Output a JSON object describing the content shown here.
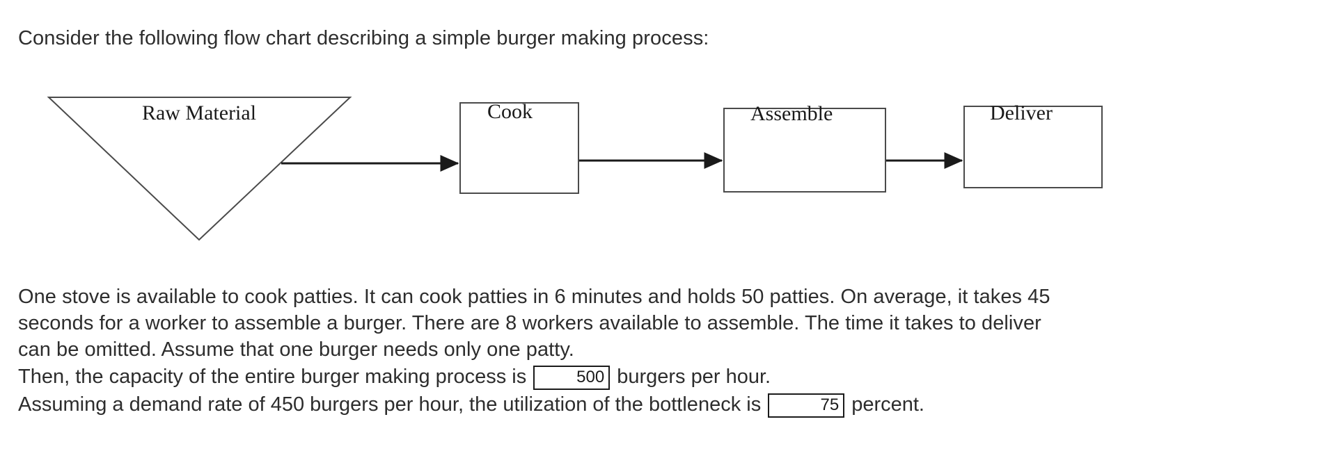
{
  "intro": {
    "text": "Consider the following flow chart describing a simple burger making process:"
  },
  "flowchart": {
    "nodes": [
      {
        "id": "raw-material",
        "shape": "inverted-triangle",
        "label": "Raw Material"
      },
      {
        "id": "cook",
        "shape": "rectangle",
        "label": "Cook"
      },
      {
        "id": "assemble",
        "shape": "rectangle",
        "label": "Assemble"
      },
      {
        "id": "deliver",
        "shape": "rectangle",
        "label": "Deliver"
      }
    ],
    "edges": [
      {
        "from": "raw-material",
        "to": "cook"
      },
      {
        "from": "cook",
        "to": "assemble"
      },
      {
        "from": "assemble",
        "to": "deliver"
      }
    ],
    "stroke_color": "#4a4a4a",
    "arrow_color": "#1a1a1a",
    "fill_color": "#ffffff"
  },
  "body": {
    "lines": [
      "One stove is available to cook patties. It can cook patties in 6 minutes and holds 50 patties. On average, it takes 45",
      "seconds for a worker to assemble a burger. There are 8 workers available to assemble. The time it takes to deliver",
      "can be omitted. Assume that one burger needs only one patty."
    ]
  },
  "questions": [
    {
      "id": "capacity",
      "prefix": "Then, the capacity of the entire burger making process is",
      "value": "500",
      "placeholder": "",
      "suffix": "burgers per hour."
    },
    {
      "id": "utilization",
      "prefix": "Assuming a demand rate of 450 burgers per hour, the utilization of the bottleneck is",
      "value": "75",
      "placeholder": "",
      "suffix": "percent."
    }
  ]
}
